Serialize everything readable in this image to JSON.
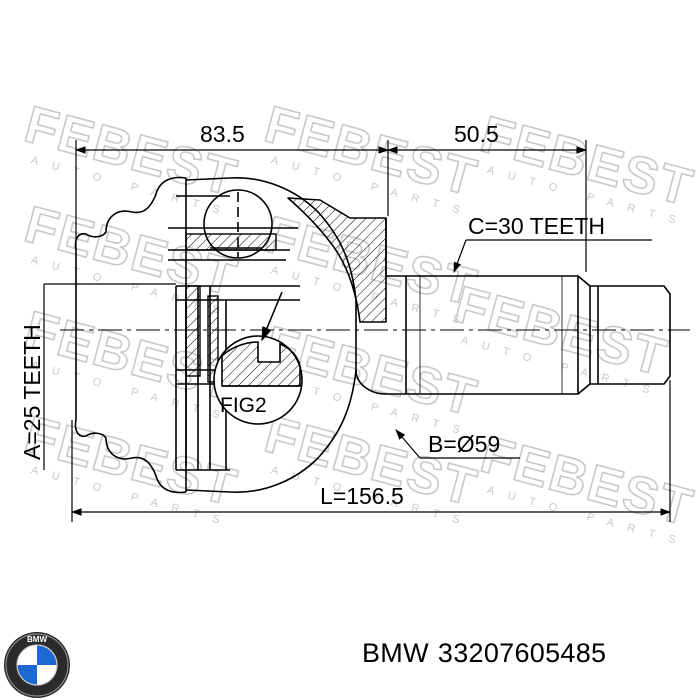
{
  "diagram": {
    "dimensions": {
      "upper_width": "83.5",
      "shaft_length": "50.5",
      "total_length": "L=156.5",
      "inner_spline": "A=25 TEETH",
      "outer_spline": "C=30 TEETH",
      "diameter": "B=Ø59"
    },
    "detail_label": "FIG2",
    "watermark": {
      "brand": "FEBEST",
      "tagline": "AUTO PARTS"
    }
  },
  "caption": {
    "brand": "BMW",
    "part_number": "33207605485"
  },
  "logo": {
    "brand": "BMW",
    "colors": {
      "blue": "#1c69d4",
      "ring": "#111111",
      "white": "#ffffff"
    }
  }
}
